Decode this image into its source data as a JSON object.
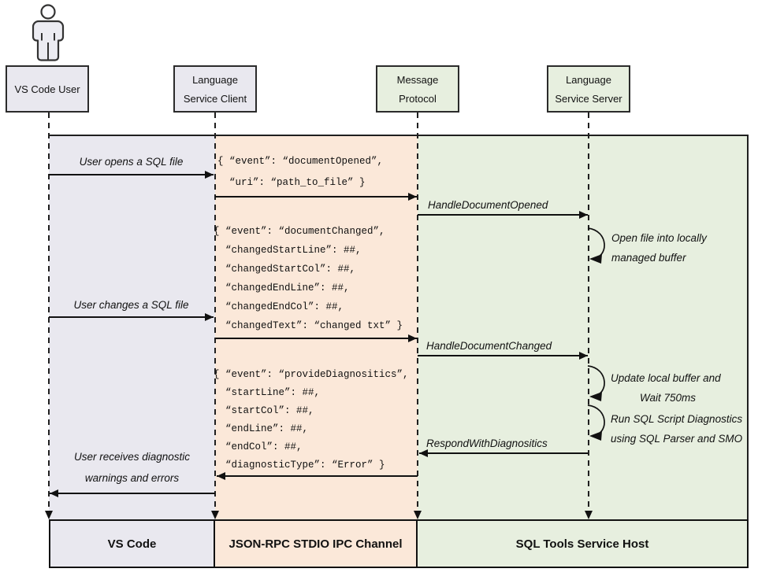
{
  "actors": {
    "user": {
      "label": "VS Code User"
    },
    "client": {
      "label1": "Language",
      "label2": "Service Client"
    },
    "protocol": {
      "label1": "Message",
      "label2": "Protocol"
    },
    "server": {
      "label1": "Language",
      "label2": "Service Server"
    }
  },
  "messages": {
    "user_opens": "User opens a SQL file",
    "user_changes": "User changes a SQL file",
    "user_receives_1": "User receives diagnostic",
    "user_receives_2": "warnings and errors",
    "handle_opened": "HandleDocumentOpened",
    "handle_changed": "HandleDocumentChanged",
    "respond_diag": "RespondWithDiagnositics"
  },
  "loops": {
    "open_file": {
      "line1": "Open file into locally",
      "line2": "managed buffer"
    },
    "update_wait": {
      "line1": "Update local buffer and",
      "line2": "Wait 750ms"
    },
    "run_diag": {
      "line1": "Run SQL Script Diagnostics",
      "line2": "using SQL Parser and SMO"
    }
  },
  "payloads": {
    "document_opened": {
      "lines": [
        "{ “event”: “documentOpened”,",
        "  “uri”: “path_to_file” }"
      ]
    },
    "document_changed": {
      "lines": [
        "{ “event”: “documentChanged”,",
        "  “changedStartLine”: ##,",
        "  “changedStartCol”: ##,",
        "  “changedEndLine”: ##,",
        "  “changedEndCol”: ##,",
        "  “changedText”: “changed txt” }"
      ]
    },
    "provide_diagnostics": {
      "lines": [
        "{ “event”: “provideDiagnositics”,",
        "  “startLine”: ##,",
        "  “startCol”: ##,",
        "  “endLine”: ##,",
        "  “endCol”: ##,",
        "  “diagnosticType”: “Error” }"
      ]
    }
  },
  "footer": {
    "vscode": "VS Code",
    "ipc": "JSON-RPC STDIO IPC Channel",
    "host": "SQL Tools Service Host"
  },
  "colors": {
    "user_lane": "#e9e8ef",
    "ipc_lane": "#fbe8d9",
    "host_lane": "#e7efdf",
    "line": "#111111"
  }
}
